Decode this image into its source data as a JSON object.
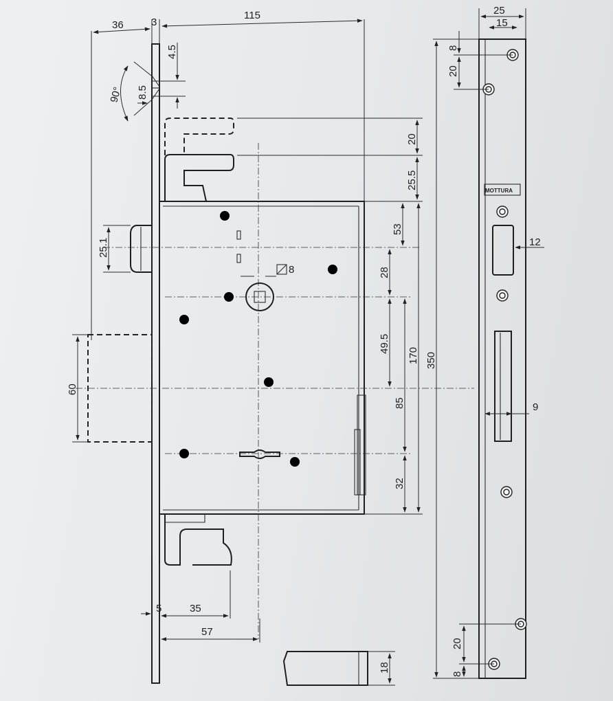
{
  "brand": "MOTTURA",
  "dimensions": {
    "top_left": "36",
    "top_mid": "3",
    "top_wide": "115",
    "dia_hole": "4.5",
    "dia_cs": "8.5",
    "angle": "90°",
    "bolt_gap": "20",
    "bolt_offset": "25.5",
    "latch_height": "25.1",
    "mid_53": "53",
    "spindle_square": "8",
    "mid_28": "28",
    "mid_49_5": "49.5",
    "body_170": "170",
    "total_350": "350",
    "bolt_height": "60",
    "mid_85": "85",
    "bottom_32": "32",
    "bottom_5": "5",
    "bottom_35": "35",
    "bottom_57": "57",
    "key_18": "18",
    "plate_25": "25",
    "plate_15": "15",
    "plate_top_8": "8",
    "plate_top_20": "20",
    "plate_12": "12",
    "plate_9": "9",
    "plate_bottom_20": "20",
    "plate_bottom_8": "8"
  }
}
